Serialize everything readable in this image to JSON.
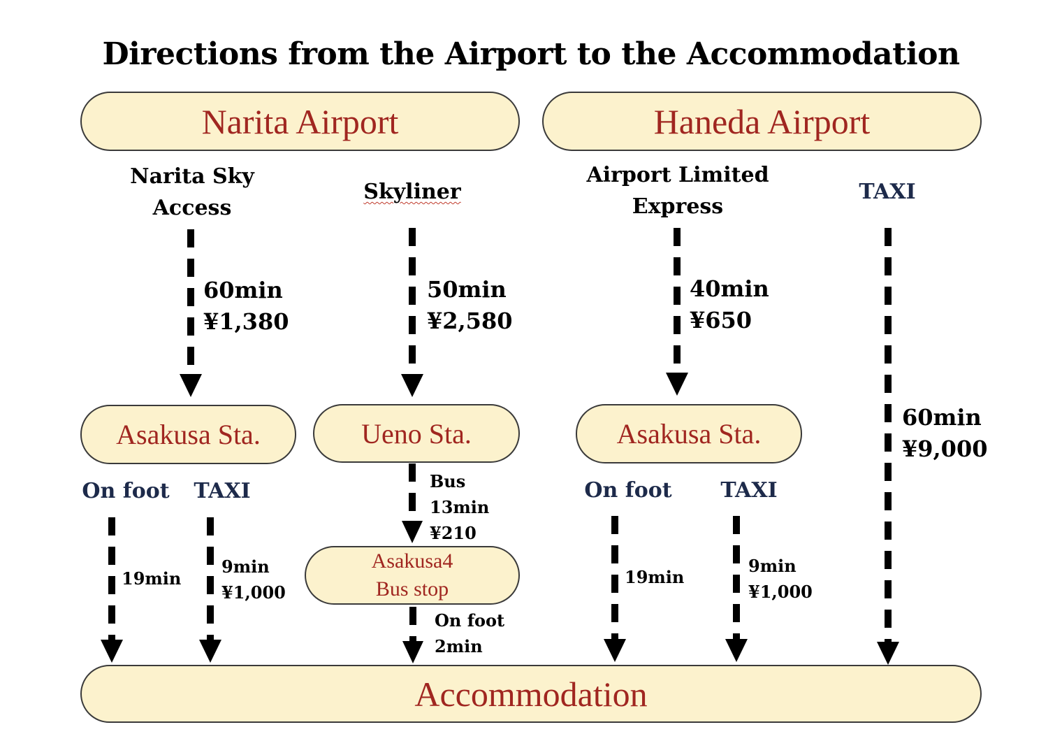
{
  "title": "Directions from the Airport to the Accommodation",
  "airports": {
    "narita": "Narita Airport",
    "haneda": "Haneda Airport"
  },
  "routes": {
    "narita_sky_access": {
      "line1": "Narita Sky",
      "line2": "Access",
      "time": "60min",
      "fare": "¥1,380"
    },
    "skyliner": {
      "label": "Skyliner",
      "time": "50min",
      "fare": "¥2,580"
    },
    "airport_limited_express": {
      "line1": "Airport Limited",
      "line2": "Express",
      "time": "40min",
      "fare": "¥650"
    },
    "haneda_taxi": {
      "label": "TAXI",
      "time": "60min",
      "fare": "¥9,000"
    }
  },
  "stations": {
    "asakusa_left": "Asakusa Sta.",
    "ueno": "Ueno Sta.",
    "asakusa_right": "Asakusa Sta.",
    "bus_stop_line1": "Asakusa4",
    "bus_stop_line2": "Bus stop"
  },
  "last_mile": {
    "left_foot": {
      "label": "On foot",
      "time": "19min"
    },
    "left_taxi": {
      "label": "TAXI",
      "time": "9min",
      "fare": "¥1,000"
    },
    "ueno_bus": {
      "label": "Bus",
      "time": "13min",
      "fare": "¥210"
    },
    "bus_stop_foot": {
      "label": "On foot",
      "time": "2min"
    },
    "right_foot": {
      "label": "On foot",
      "time": "19min"
    },
    "right_taxi": {
      "label": "TAXI",
      "time": "9min",
      "fare": "¥1,000"
    }
  },
  "destination": "Accommodation",
  "colors": {
    "pill_fill": "#fcf2cd",
    "pill_text": "#a02620",
    "label_navy": "#1d2a4a"
  }
}
